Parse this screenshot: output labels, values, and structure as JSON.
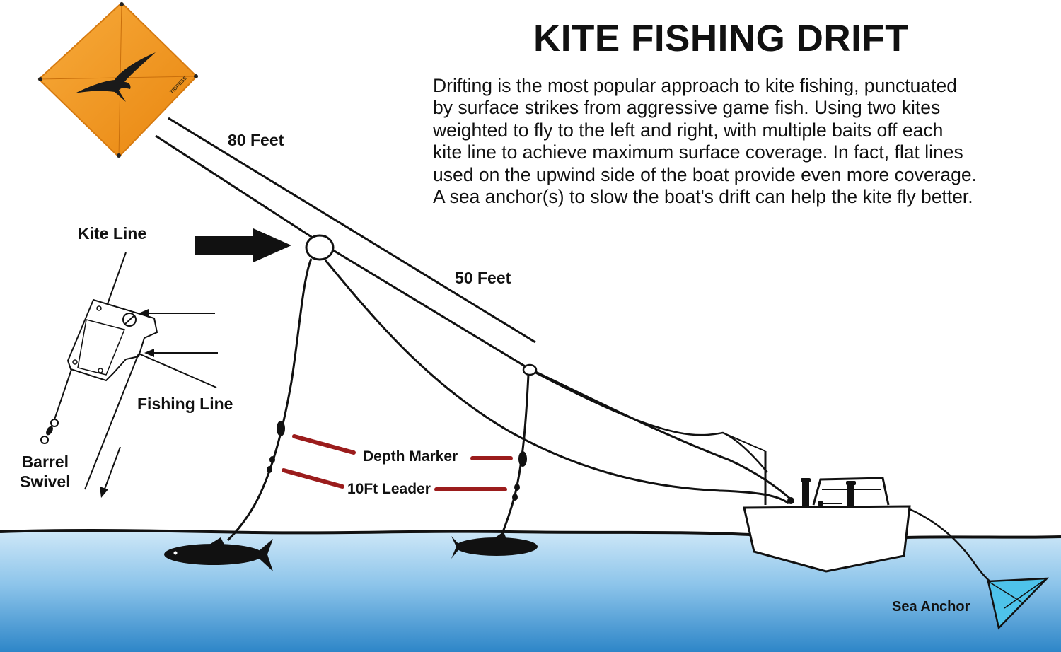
{
  "title": "KITE FISHING DRIFT",
  "description": [
    "Drifting is the most popular approach to kite fishing, punctuated",
    "by surface strikes from aggressive game fish.  Using two kites",
    "weighted to fly to the left and right, with multiple baits off each",
    "kite line to achieve maximum surface coverage.  In fact, flat lines",
    "used on the upwind side of the boat provide even more coverage.",
    "A sea anchor(s) to slow the boat's drift can help the kite fly better."
  ],
  "labels": {
    "kite_line": "Kite Line",
    "distance_80": "80 Feet",
    "distance_50": "50 Feet",
    "fishing_line": "Fishing Line",
    "barrel_swivel_1": "Barrel",
    "barrel_swivel_2": "Swivel",
    "depth_marker": "Depth Marker",
    "leader": "10Ft Leader",
    "sea_anchor": "Sea Anchor"
  },
  "kite_brand": "TIGRESS",
  "colors": {
    "kite": "#f39a26",
    "kite_dark": "#e27f10",
    "water_top": "#cfe8f8",
    "water_bottom": "#2e86c8",
    "marker_red": "#9b1c1c",
    "sea_anchor": "#4ec3ea",
    "ink": "#111111"
  },
  "icons": [
    "kite-icon",
    "frigate-bird-icon",
    "release-clip-icon",
    "barrel-swivel-icon",
    "fish-icon",
    "boat-icon",
    "sea-anchor-icon",
    "arrow-icon"
  ]
}
